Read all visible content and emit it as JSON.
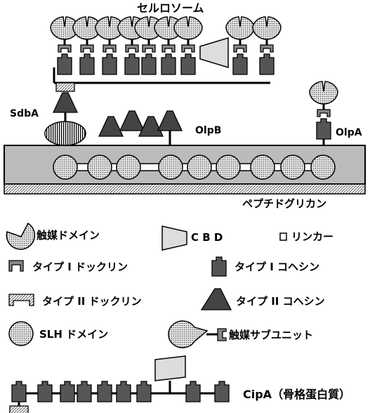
{
  "diagram": {
    "title": "セルロソーム",
    "labels": {
      "sdbA": "SdbA",
      "olpB": "OlpB",
      "olpA": "OlpA",
      "peptidoglycan": "ペプチドグリカン"
    },
    "legend": {
      "catalytic_domain": "触媒ドメイン",
      "cbd": "C B D",
      "linker": "リンカー",
      "type1_dockerin": "タイプ I ドックリン",
      "type1_cohesin": "タイプ I コヘシン",
      "type2_dockerin": "タイプ II ドックリン",
      "type2_cohesin": "タイプ II コヘシン",
      "slh_domain": "SLH ドメイン",
      "catalytic_subunit": "触媒サブユニット",
      "cipA": "CipA（骨格蛋白質）"
    },
    "colors": {
      "dark_gray": "#555555",
      "light_gray": "#dddddd",
      "wall_gray": "#bbbbbb",
      "outline": "#000000"
    }
  }
}
